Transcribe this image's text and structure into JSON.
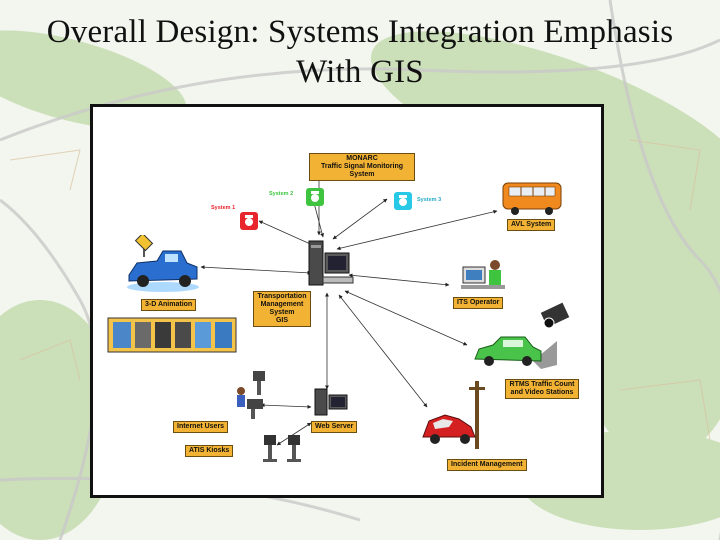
{
  "slide": {
    "title_line1": "Overall Design: Systems Integration Emphasis",
    "title_line2": "With GIS"
  },
  "diagram": {
    "center": {
      "label_lines": [
        "Transportation",
        "Management",
        "System",
        "GIS"
      ]
    },
    "monarc": {
      "label_lines": [
        "MONARC",
        "Traffic Signal Monitoring",
        "System"
      ]
    },
    "system1": "System 1",
    "system2": "System 2",
    "system3": "System 3",
    "avl": "AVL System",
    "animation": "3-D Animation",
    "its_operator": "ITS Operator",
    "rtms": {
      "label_lines": [
        "RTMS Traffic Count",
        "and Video Stations"
      ]
    },
    "internet_users": "Internet Users",
    "web_server": "Web Server",
    "atis_kiosks": "ATIS Kiosks",
    "incident": "Incident Management"
  },
  "colors": {
    "label_fill": "#f2b233",
    "system1": "#e8242c",
    "system2": "#3ec43e",
    "system3": "#27c9e6",
    "bus": "#f08a1e",
    "pickup": "#2a6fd0",
    "sedan": "#49c349",
    "crash": "#d42020"
  },
  "icons": [
    "computer-terminal-icon",
    "traffic-camera-icon",
    "bus-icon",
    "pickup-truck-icon",
    "sign-icon",
    "film-strip-icon",
    "operator-workstation-icon",
    "video-camera-icon",
    "sedan-icon",
    "utility-pole-icon",
    "crashed-car-icon",
    "web-server-icon",
    "internet-users-icon",
    "kiosk-icon"
  ]
}
